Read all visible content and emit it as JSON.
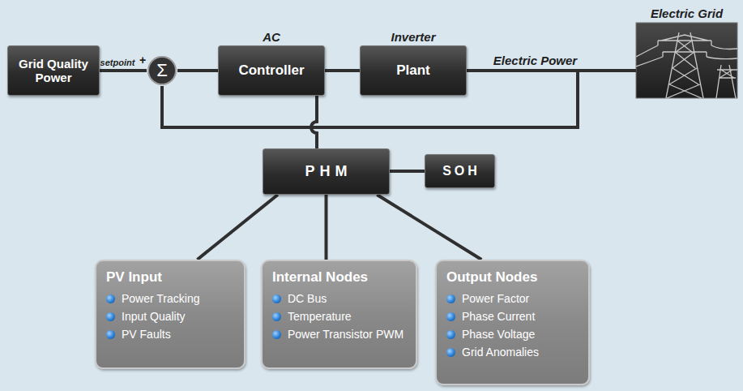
{
  "diagram": {
    "nodes": [
      {
        "text": [
          "Grid Quality Power"
        ]
      },
      {
        "text": [
          "Σ"
        ]
      },
      {
        "text": [
          "AC",
          "Controller"
        ]
      },
      {
        "text": [
          "Inverter",
          "Plant"
        ]
      },
      {
        "text": [
          "Electric Grid"
        ]
      },
      {
        "text": [
          "PHM"
        ]
      },
      {
        "text": [
          "SOH"
        ]
      },
      {
        "text": [
          "PV Input",
          "Power Tracking",
          "Input Quality",
          "PV Faults"
        ]
      },
      {
        "text": [
          "Internal Nodes",
          "DC Bus",
          "Temperature",
          "Power Transistor PWM"
        ]
      },
      {
        "text": [
          "Output Nodes",
          "Power Factor",
          "Phase Current",
          "Phase Voltage",
          "Grid Anomalies"
        ]
      }
    ],
    "edges": [
      {
        "from": 0,
        "to": 1,
        "arrow": "none",
        "label": "setpoint"
      },
      {
        "from": 1,
        "to": 2,
        "arrow": "none"
      },
      {
        "from": 2,
        "to": 3,
        "arrow": "none"
      },
      {
        "from": 3,
        "to": 4,
        "arrow": "none",
        "label": "Electric Power"
      },
      {
        "from": 3,
        "to": 1,
        "arrow": "none"
      },
      {
        "from": 2,
        "to": 5,
        "arrow": "none"
      },
      {
        "from": 5,
        "to": 6,
        "arrow": "none"
      },
      {
        "from": 5,
        "to": 7,
        "arrow": "none"
      },
      {
        "from": 5,
        "to": 8,
        "arrow": "none"
      },
      {
        "from": 5,
        "to": 9,
        "arrow": "none"
      }
    ],
    "labels": [
      "+"
    ]
  }
}
